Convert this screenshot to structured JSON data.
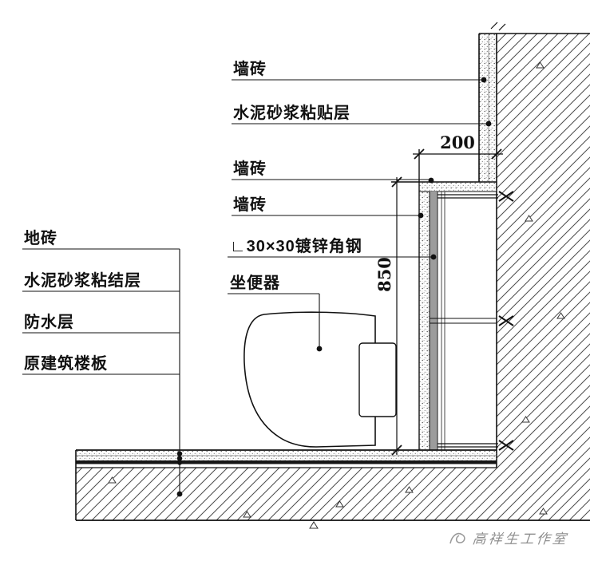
{
  "title": "wall-hung toilet installation construction detail",
  "labels": {
    "wall_tile_1": "墙砖",
    "mortar_paste": "水泥砂浆粘贴层",
    "wall_tile_2": "墙砖",
    "wall_tile_3": "墙砖",
    "angle_steel": "∟30×30镀锌角钢",
    "toilet": "坐便器",
    "floor_tile": "地砖",
    "mortar_bond": "水泥砂浆粘结层",
    "waterproof": "防水层",
    "slab": "原建筑楼板"
  },
  "dimensions": {
    "furring_width_mm": "200",
    "furring_height_mm": "850"
  },
  "watermark": {
    "text": "高祥生工作室"
  },
  "colors": {
    "line": "#111111",
    "hatch": "#4a4a4a",
    "steel_gray": "#9c9c9c",
    "waterproof_black": "#161616",
    "watermark_gray": "#8f8f8f"
  }
}
